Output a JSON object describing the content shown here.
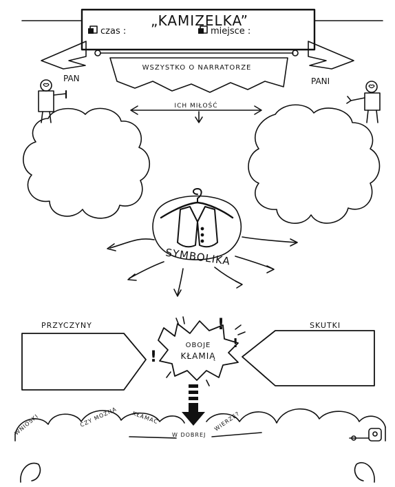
{
  "header": {
    "title": "„KAMIZELKA”",
    "time_label": "czas :",
    "place_label": "miejsce :"
  },
  "banner": {
    "text": "WSZYSTKO O NARRATORZE"
  },
  "characters": {
    "left": "PAN",
    "right": "PANI"
  },
  "relation": {
    "label": "ICH MIŁOŚĆ"
  },
  "symbol": {
    "label": "SYMBOLIKA"
  },
  "causes": {
    "label": "PRZYCZYNY"
  },
  "effects": {
    "label": "SKUTKI"
  },
  "center": {
    "line1": "OBOJE",
    "line2": "KŁAMIĄ",
    "exclaim": "!"
  },
  "conclusion": {
    "words": [
      "WNIOSKI",
      "CZY MOŻNA",
      "KŁAMAĆ",
      "W DOBREJ",
      "WIERZE?"
    ]
  },
  "colors": {
    "ink": "#111111",
    "paper": "#ffffff"
  }
}
